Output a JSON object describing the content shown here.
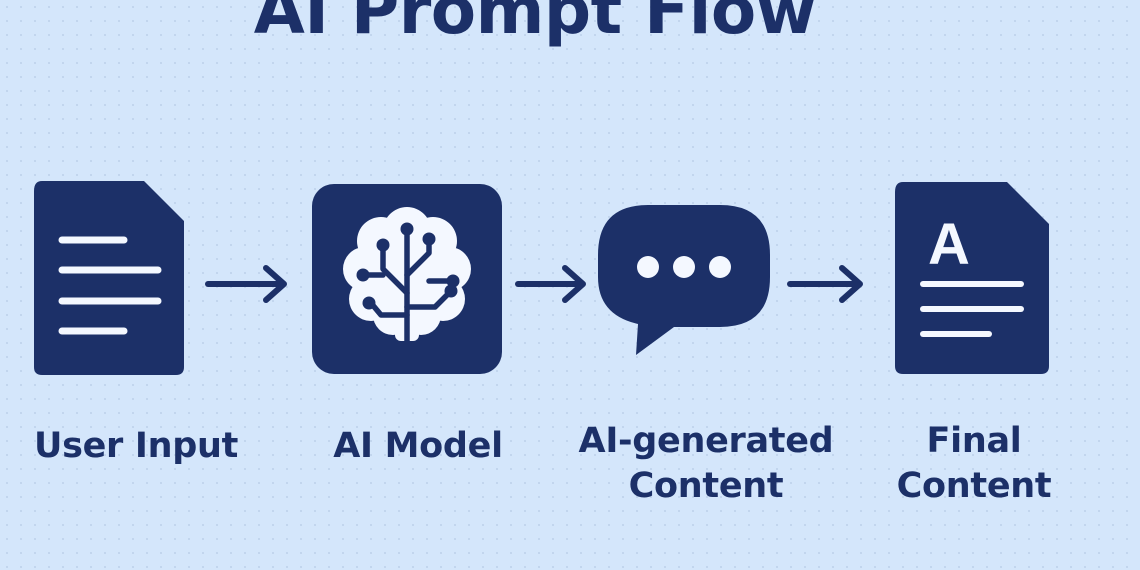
{
  "title": "AI Prompt Flow",
  "colors": {
    "background": "#d4e6fb",
    "primary": "#1c3068",
    "icon_detail": "#f4f8ff"
  },
  "steps": [
    {
      "icon": "document-icon",
      "label_lines": [
        "User Input"
      ]
    },
    {
      "icon": "brain-circuit-icon",
      "label_lines": [
        "AI Model"
      ]
    },
    {
      "icon": "chat-bubble-icon",
      "label_lines": [
        "AI-generated",
        "Content"
      ]
    },
    {
      "icon": "letter-document-icon",
      "label_lines": [
        "Final",
        "Content"
      ]
    }
  ],
  "final_document_letter": "A",
  "connectors": [
    {
      "from": 0,
      "to": 1,
      "icon": "arrow-right-icon"
    },
    {
      "from": 1,
      "to": 2,
      "icon": "arrow-right-icon"
    },
    {
      "from": 2,
      "to": 3,
      "icon": "arrow-right-icon"
    }
  ]
}
